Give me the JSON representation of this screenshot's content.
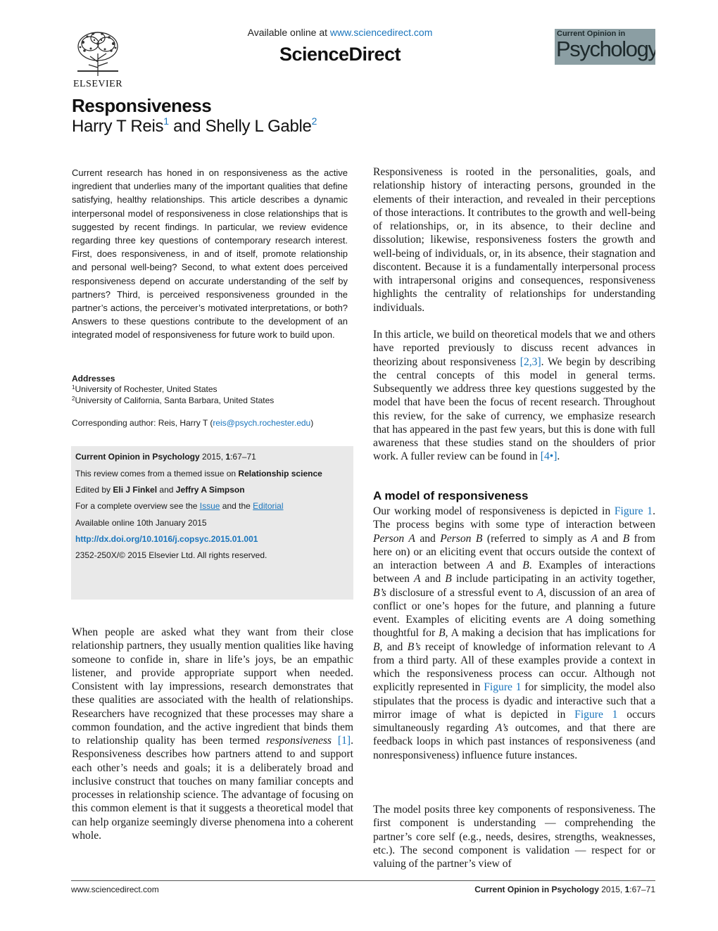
{
  "header": {
    "publisher_wordmark": "ELSEVIER",
    "available_prefix": "Available online at",
    "available_url": "www.sciencedirect.com",
    "platform_name": "ScienceDirect",
    "journal_logo_small": "Current Opinion in",
    "journal_logo_big": "Psychology"
  },
  "article": {
    "title": "Responsiveness",
    "author1": "Harry T Reis",
    "author1_sup": "1",
    "author_join": "and Shelly L Gable",
    "author2_sup": "2"
  },
  "abstract": {
    "text": "Current research has honed in on responsiveness as the active ingredient that underlies many of the important qualities that define satisfying, healthy relationships. This article describes a dynamic interpersonal model of responsiveness in close relationships that is suggested by recent findings. In particular, we review evidence regarding three key questions of contemporary research interest. First, does responsiveness, in and of itself, promote relationship and personal well-being? Second, to what extent does perceived responsiveness depend on accurate understanding of the self by partners? Third, is perceived responsiveness grounded in the partner’s actions, the perceiver’s motivated interpretations, or both? Answers to these questions contribute to the development of an integrated model of responsiveness for future work to build upon."
  },
  "addresses": {
    "heading": "Addresses",
    "items": [
      {
        "sup": "1",
        "text": "University of Rochester, United States"
      },
      {
        "sup": "2",
        "text": "University of California, Santa Barbara, United States"
      }
    ],
    "corresponding_prefix": "Corresponding author: Reis, Harry T (",
    "corresponding_email": "reis@psych.rochester.edu",
    "corresponding_suffix": ")"
  },
  "infobox": {
    "journal": "Current Opinion in Psychology",
    "citation": "2015, ",
    "volume": "1",
    "pages": ":67–71",
    "themed_prefix": "This review comes from a themed issue on ",
    "themed_topic": "Relationship science",
    "edited_prefix": "Edited by ",
    "editor1": "Eli J Finkel",
    "editors_and": " and ",
    "editor2": "Jeffry A Simpson",
    "overview_prefix": "For a complete overview see the ",
    "issue_link": "Issue",
    "overview_and": " and the ",
    "editorial_link": "Editorial",
    "available_online": "Available online 10th January 2015",
    "doi": "http://dx.doi.org/10.1016/j.copsyc.2015.01.001",
    "copyright": "2352-250X/© 2015 Elsevier Ltd. All rights reserved."
  },
  "body": {
    "left_p1_a": "When people are asked what they want from their close relationship partners, they usually mention qualities like having someone to confide in, share in life’s joys, be an empathic listener, and provide appropriate support when needed. Consistent with lay impressions, research demonstrates that these qualities are associated with the health of relationships. Researchers have recognized that these processes may share a common foundation, and the active ingredient that binds them to relationship quality has been termed ",
    "left_p1_em": "responsiveness",
    "left_p1_ref": "[1]",
    "left_p1_b": ". Responsiveness describes how partners attend to and support each other’s needs and goals; it is a deliberately broad and inclusive construct that touches on many familiar concepts and processes in relationship science. The advantage of focusing on this common element is that it suggests a theoretical model that can help organize seemingly diverse phenomena into a coherent whole.",
    "right_p1": "Responsiveness is rooted in the personalities, goals, and relationship history of interacting persons, grounded in the elements of their interaction, and revealed in their perceptions of those interactions. It contributes to the growth and well-being of relationships, or, in its absence, to their decline and dissolution; likewise, responsiveness fosters the growth and well-being of individuals, or, in its absence, their stagnation and discontent. Because it is a fundamentally interpersonal process with intrapersonal origins and consequences, responsiveness highlights the centrality of relationships for understanding individuals.",
    "right_p2_a": "In this article, we build on theoretical models that we and others have reported previously to discuss recent advances in theorizing about responsiveness ",
    "right_p2_ref1": "[2,3]",
    "right_p2_b": ". We begin by describing the central concepts of this model in general terms. Subsequently we address three key questions suggested by the model that have been the focus of recent research. Throughout this review, for the sake of currency, we emphasize research that has appeared in the past few years, but this is done with full awareness that these studies stand on the shoulders of prior work. A fuller review can be found in ",
    "right_p2_ref2": "[4•]",
    "right_p2_c": ".",
    "section_heading": "A model of responsiveness",
    "right_p3_a": "Our working model of responsiveness is depicted in ",
    "fig_ref": "Figure 1",
    "right_p3_b": ". The process begins with some type of interaction between ",
    "person_a": "Person A",
    "and_word": " and ",
    "person_b": "Person B",
    "right_p3_c": " (referred to simply as ",
    "a": "A",
    "b": "B",
    "right_p3_d": " from here on) or an eliciting event that occurs outside the context of an interaction between ",
    "right_p3_e": ". Examples of interactions between ",
    "right_p3_f": " include participating in an activity together, ",
    "bs": "B’s",
    "right_p3_g": " disclosure of a stressful event to ",
    "right_p3_h": ", discussion of an area of conflict or one’s hopes for the future, and planning a future event. Examples of eliciting events are ",
    "right_p3_i": " doing something thoughtful for ",
    "right_p3_j": ", A making a decision that has implications for ",
    "right_p3_k": ", and ",
    "right_p3_l": " receipt of knowledge of information relevant to ",
    "right_p3_m": " from a third party. All of these examples provide a context in which the responsiveness process can occur. Although not explicitly represented in ",
    "right_p3_n": " for simplicity, the model also stipulates that the process is dyadic and interactive such that a mirror image of what is depicted in ",
    "right_p3_o": " occurs simultaneously regarding ",
    "as": "A’s",
    "right_p3_p": " outcomes, and that there are feedback loops in which past instances of responsiveness (and nonresponsiveness) influence future instances.",
    "right_p4": "The model posits three key components of responsiveness. The first component is understanding — comprehending the partner’s core self (e.g., needs, desires, strengths, weaknesses, etc.). The second component is validation — respect for or valuing of the partner’s view of"
  },
  "footer": {
    "left": "www.sciencedirect.com",
    "journal": "Current Opinion in Psychology",
    "year": " 2015, ",
    "volume": "1",
    "pages": ":67–71"
  },
  "colors": {
    "link": "#1a75bc",
    "infobox_bg": "#e9e9e9",
    "journal_logo_bg": "#8b9ea3"
  }
}
